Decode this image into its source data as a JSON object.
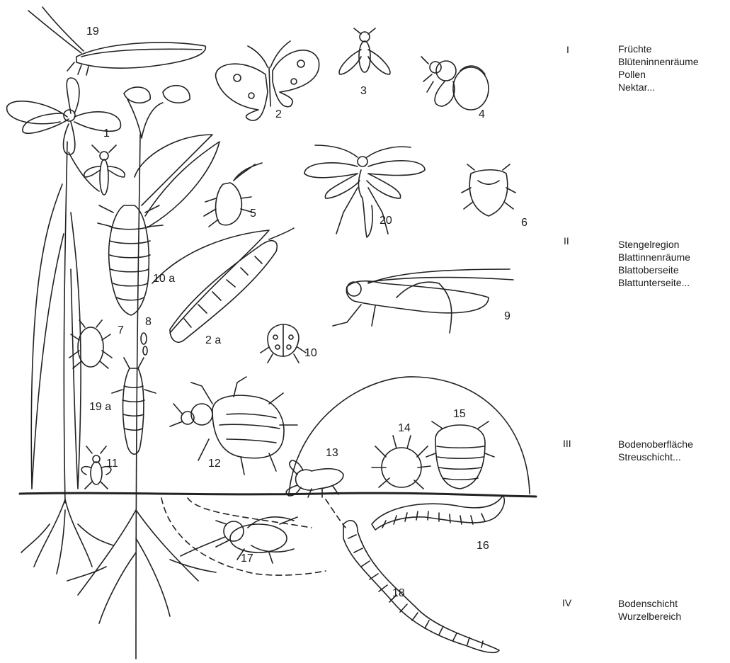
{
  "zones": [
    {
      "roman": "I",
      "lines": [
        "Früchte",
        "Blüteninnenräume",
        "Pollen",
        "Nektar..."
      ]
    },
    {
      "roman": "II",
      "lines": [
        "Stengelregion",
        "Blattinnenräume",
        "Blattoberseite",
        "Blattunterseite..."
      ]
    },
    {
      "roman": "III",
      "lines": [
        "Bodenoberfläche",
        "Streuschicht..."
      ]
    },
    {
      "roman": "IV",
      "lines": [
        "Bodenschicht",
        "Wurzelbereich"
      ]
    }
  ],
  "organisms": {
    "n1": "1",
    "n2": "2",
    "n2a": "2 a",
    "n3": "3",
    "n4": "4",
    "n5": "5",
    "n6": "6",
    "n7": "7",
    "n8": "8",
    "n9": "9",
    "n10": "10",
    "n10a": "10 a",
    "n11": "11",
    "n12": "12",
    "n13": "13",
    "n14": "14",
    "n15": "15",
    "n16": "16",
    "n17": "17",
    "n18": "18",
    "n19": "19",
    "n19a": "19 a",
    "n20": "20"
  }
}
